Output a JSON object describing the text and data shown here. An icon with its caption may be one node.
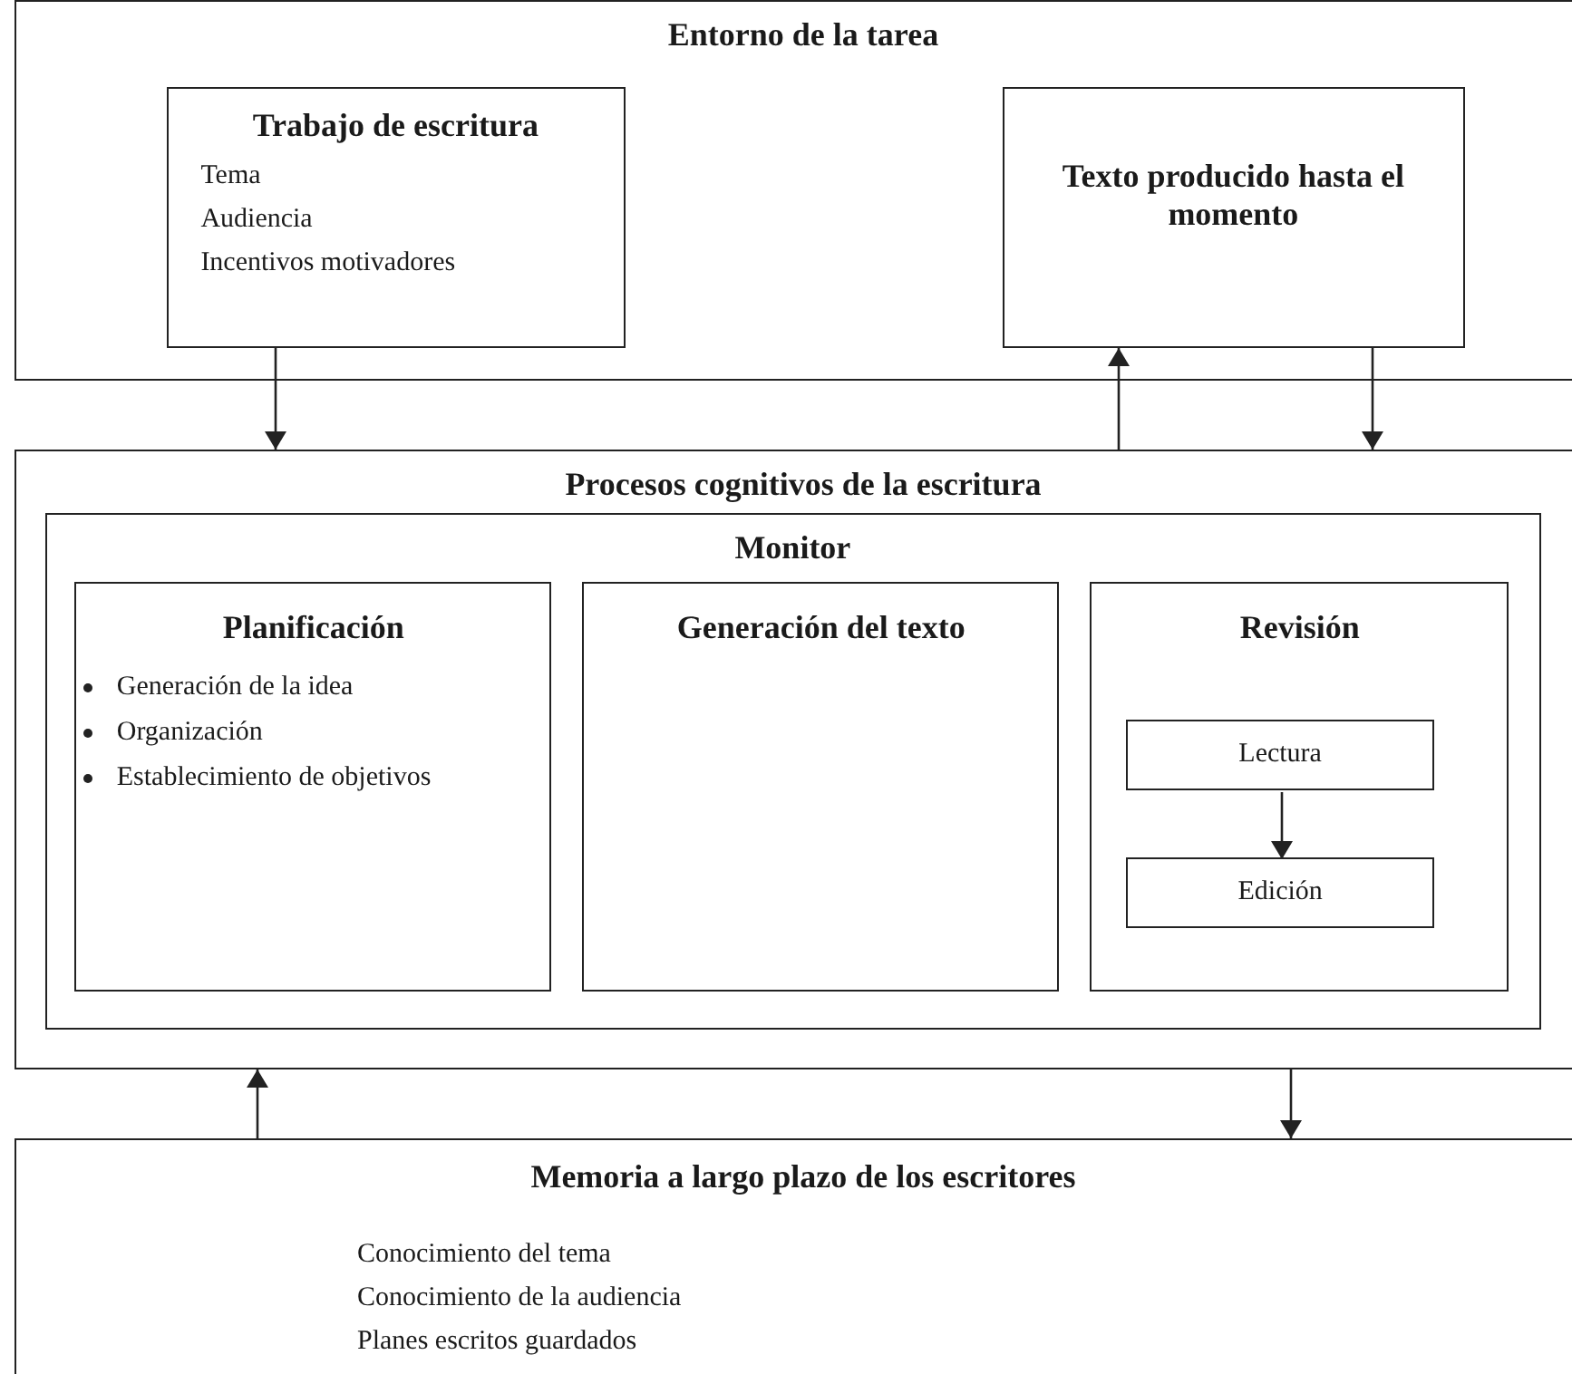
{
  "diagram": {
    "nodes": [
      {
        "text": [
          "Entorno de la tarea"
        ]
      },
      {
        "text": [
          "Trabajo de escritura",
          "Tema",
          "Audiencia",
          "Incentivos motivadores"
        ],
        "in": 0
      },
      {
        "text": [
          "Texto producido hasta el momento"
        ],
        "in": 0
      },
      {
        "text": [
          "Procesos cognitivos de la escritura"
        ]
      },
      {
        "text": [
          "Monitor"
        ],
        "in": 3
      },
      {
        "text": [
          "Planificación",
          "Generación de la idea",
          "Organización",
          "Establecimiento de objetivos"
        ],
        "in": 4
      },
      {
        "text": [
          "Generación del texto"
        ],
        "in": 4
      },
      {
        "text": [
          "Revisión"
        ],
        "in": 4
      },
      {
        "text": [
          "Lectura"
        ],
        "in": 7
      },
      {
        "text": [
          "Edición"
        ],
        "in": 7
      },
      {
        "text": [
          "Memoria a largo plazo de los escritores",
          "Conocimiento del tema",
          "Conocimiento de la audiencia",
          "Planes escritos guardados"
        ]
      }
    ],
    "edges": [
      {
        "from": 1,
        "to": 3,
        "arrow": "to"
      },
      {
        "from": 3,
        "to": 2,
        "arrow": "to"
      },
      {
        "from": 2,
        "to": 3,
        "arrow": "to"
      },
      {
        "from": 10,
        "to": 3,
        "arrow": "to"
      },
      {
        "from": 3,
        "to": 10,
        "arrow": "to"
      },
      {
        "from": 8,
        "to": 9,
        "arrow": "to"
      }
    ]
  }
}
